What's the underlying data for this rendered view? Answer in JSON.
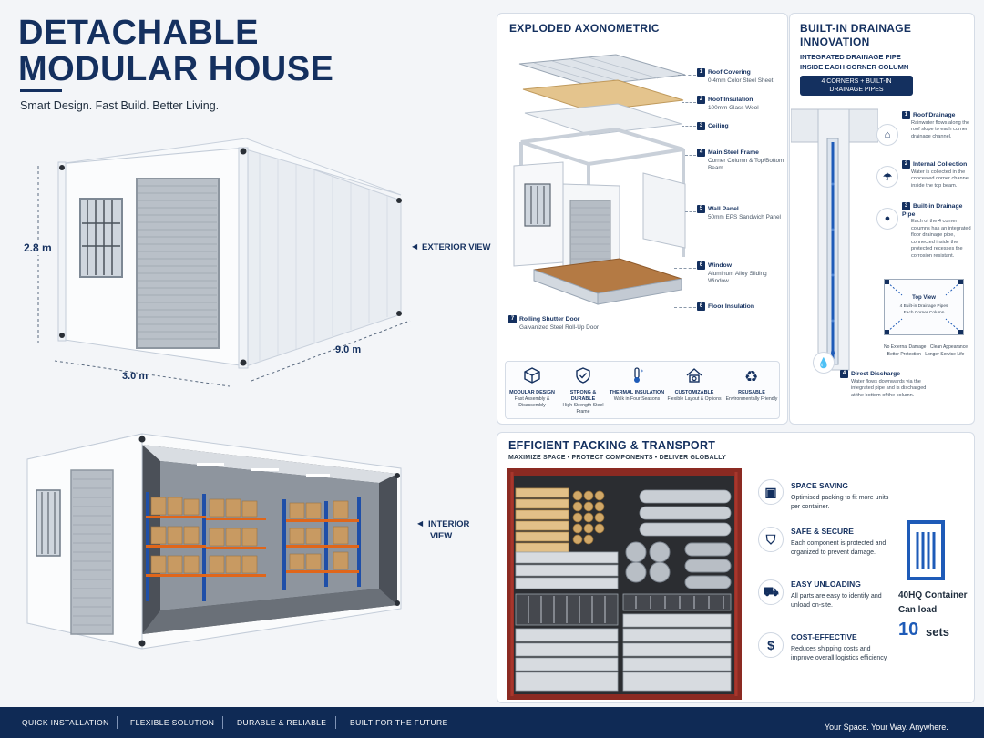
{
  "header": {
    "title_line1": "DETACHABLE",
    "title_line2": "MODULAR HOUSE",
    "tagline": "Smart Design. Fast Build. Better Living."
  },
  "exterior": {
    "height_dim": "2.8 m",
    "width_dim": "3.0 m",
    "length_dim": "9.0 m",
    "view_label": "EXTERIOR VIEW"
  },
  "interior": {
    "view_label_line1": "INTERIOR",
    "view_label_line2": "VIEW"
  },
  "exploded": {
    "title": "EXPLODED AXONOMETRIC",
    "callouts": [
      {
        "num": "1",
        "title": "Roof Covering",
        "desc": "0.4mm Color Steel Sheet"
      },
      {
        "num": "2",
        "title": "Roof Insulation",
        "desc": "100mm Glass Wool"
      },
      {
        "num": "3",
        "title": "Ceiling",
        "desc": ""
      },
      {
        "num": "4",
        "title": "Main Steel Frame",
        "desc": "Corner Column & Top/Bottom Beam"
      },
      {
        "num": "5",
        "title": "Wall Panel",
        "desc": "50mm EPS Sandwich Panel"
      },
      {
        "num": "6",
        "title": "Window",
        "desc": "Aluminum Alloy Sliding Window"
      },
      {
        "num": "6",
        "title": "Floor Insulation",
        "desc": ""
      },
      {
        "num": "7",
        "title": "Rolling Shutter Door",
        "desc": "Galvanized Steel Roll-Up Door"
      }
    ],
    "features": [
      {
        "icon": "cube-icon",
        "title": "MODULAR DESIGN",
        "desc": "Fast Assembly & Disassembly"
      },
      {
        "icon": "shield-check-icon",
        "title": "STRONG & DURABLE",
        "desc": "High Strength Steel Frame"
      },
      {
        "icon": "thermometer-icon",
        "title": "THERMAL INSULATION",
        "desc": "Walk in Four Seasons"
      },
      {
        "icon": "house-gear-icon",
        "title": "CUSTOMIZABLE",
        "desc": "Flexible Layout & Options"
      },
      {
        "icon": "recycle-icon",
        "title": "REUSABLE",
        "desc": "Environmentally Friendly"
      }
    ]
  },
  "drainage": {
    "title_line1": "BUILT-IN DRAINAGE",
    "title_line2": "INNOVATION",
    "subtitle_line1": "INTEGRATED DRAINAGE PIPE",
    "subtitle_line2": "INSIDE EACH CORNER COLUMN",
    "badge_line1": "4 CORNERS + BUILT-IN",
    "badge_line2": "DRAINAGE PIPES",
    "steps": [
      {
        "num": "1",
        "title": "Roof Drainage",
        "desc": "Rainwater flows along the roof slope to each corner drainage channel."
      },
      {
        "num": "2",
        "title": "Internal Collection",
        "desc": "Water is collected in the concealed corner channel inside the top beam."
      },
      {
        "num": "3",
        "title": "Built-in Drainage Pipe",
        "desc": "Each of the 4 corner columns has an integrated floor drainage pipe, connected inside the protected recesses the corrosion resistant."
      },
      {
        "num": "4",
        "title": "Direct Discharge",
        "desc": "Water flows downwards via the integrated pipe and is discharged at the bottom of the column."
      }
    ],
    "top_view_title": "Top View",
    "top_view_desc": "4 Built-in Drainage Pipes Each Corner Column",
    "benefit_line1": "No External Damage · Clean Appearance",
    "benefit_line2": "Better Protection · Longer Service Life"
  },
  "packing": {
    "title": "EFFICIENT PACKING & TRANSPORT",
    "subtitle": "MAXIMIZE SPACE • PROTECT COMPONENTS • DELIVER GLOBALLY",
    "items": [
      {
        "icon": "box-icon",
        "title": "SPACE SAVING",
        "desc": "Optimised packing to fit more units per container."
      },
      {
        "icon": "shield-icon",
        "title": "SAFE & SECURE",
        "desc": "Each component is protected and organized to prevent damage."
      },
      {
        "icon": "hand-truck-icon",
        "title": "EASY UNLOADING",
        "desc": "All parts are easy to identify and unload on-site."
      },
      {
        "icon": "dollar-icon",
        "title": "COST-EFFECTIVE",
        "desc": "Reduces shipping costs and improve overall logistics efficiency."
      }
    ],
    "capacity_line1": "40HQ Container",
    "capacity_line2": "Can load",
    "capacity_number": "10",
    "capacity_unit": "sets"
  },
  "footer": {
    "items": [
      "QUICK INSTALLATION",
      "FLEXIBLE SOLUTION",
      "DURABLE & RELIABLE",
      "BUILT FOR THE FUTURE"
    ],
    "slogan": "Your Space. Your Way. Anywhere."
  },
  "colors": {
    "navy": "#14305f",
    "footer": "#0f2a55",
    "container_red": "#8b2a22",
    "accent_blue": "#1e5bb8"
  }
}
